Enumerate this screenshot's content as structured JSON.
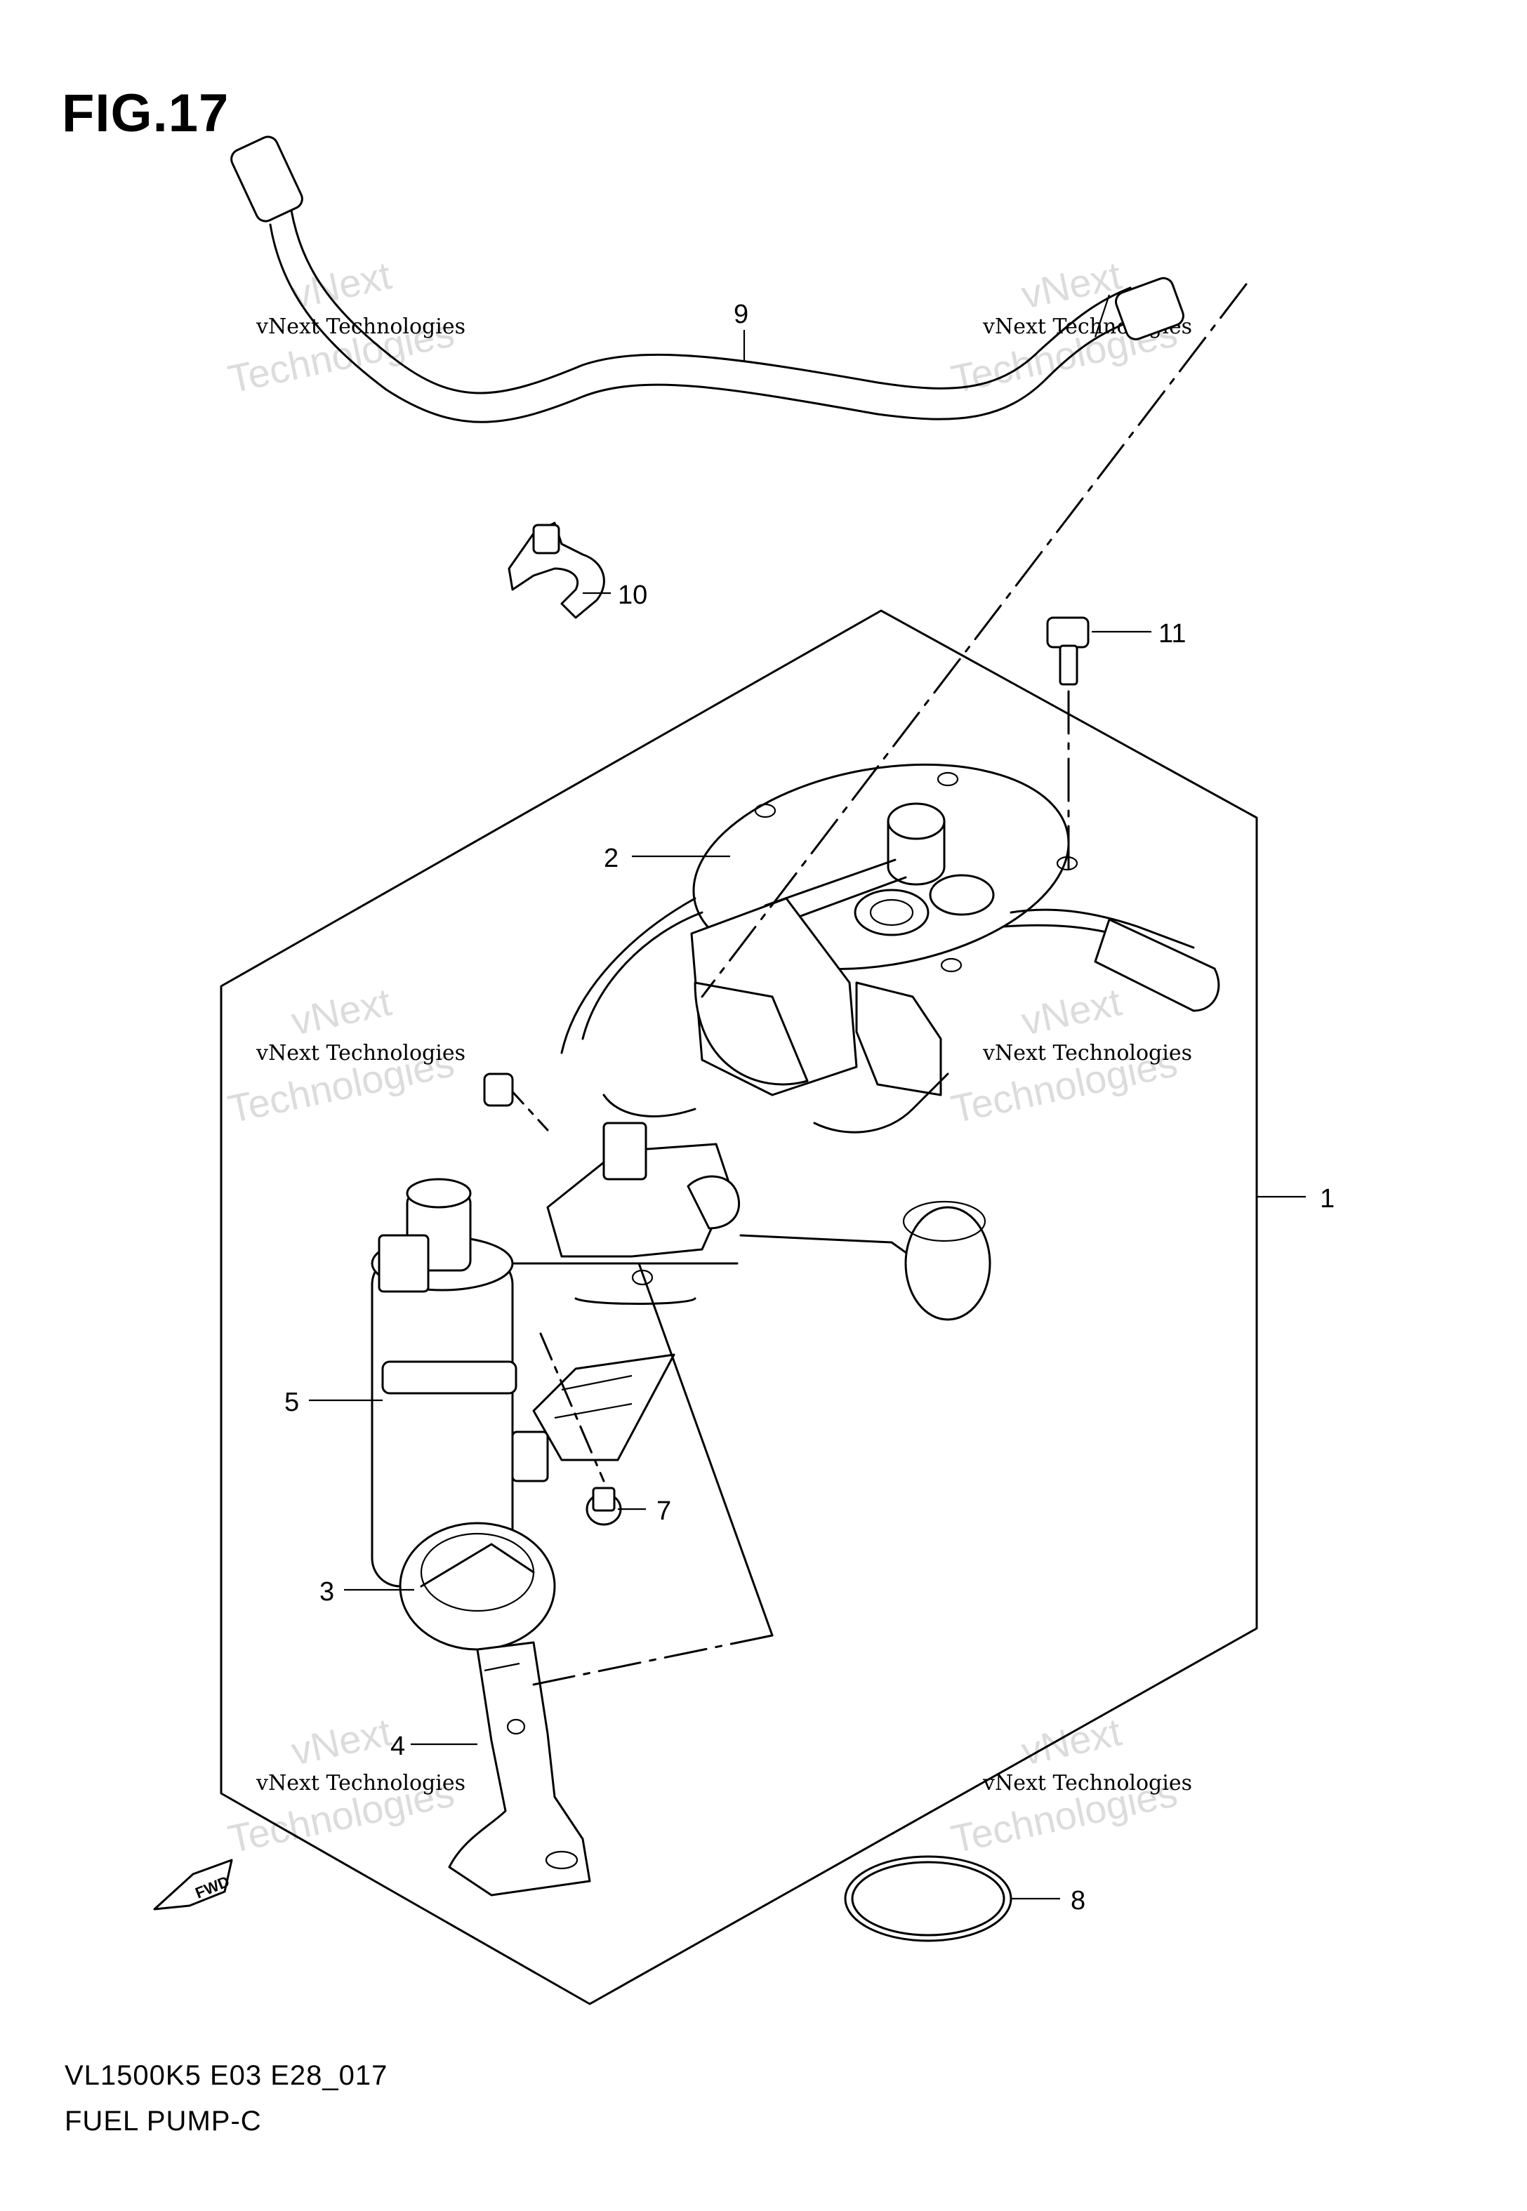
{
  "figure": {
    "title": "FIG.17",
    "code": "VL1500K5 E03 E28_017",
    "name": "FUEL PUMP-C"
  },
  "callouts": [
    "1",
    "2",
    "3",
    "4",
    "5",
    "7",
    "8",
    "9",
    "10",
    "11"
  ],
  "watermark": {
    "line1": "vNext Technologies",
    "line2": "Technologies",
    "line3": "vNext"
  },
  "badge": {
    "text": "FWD"
  },
  "colors": {
    "line": "#000000",
    "watermark": "#dcdcdc",
    "background": "#ffffff"
  }
}
